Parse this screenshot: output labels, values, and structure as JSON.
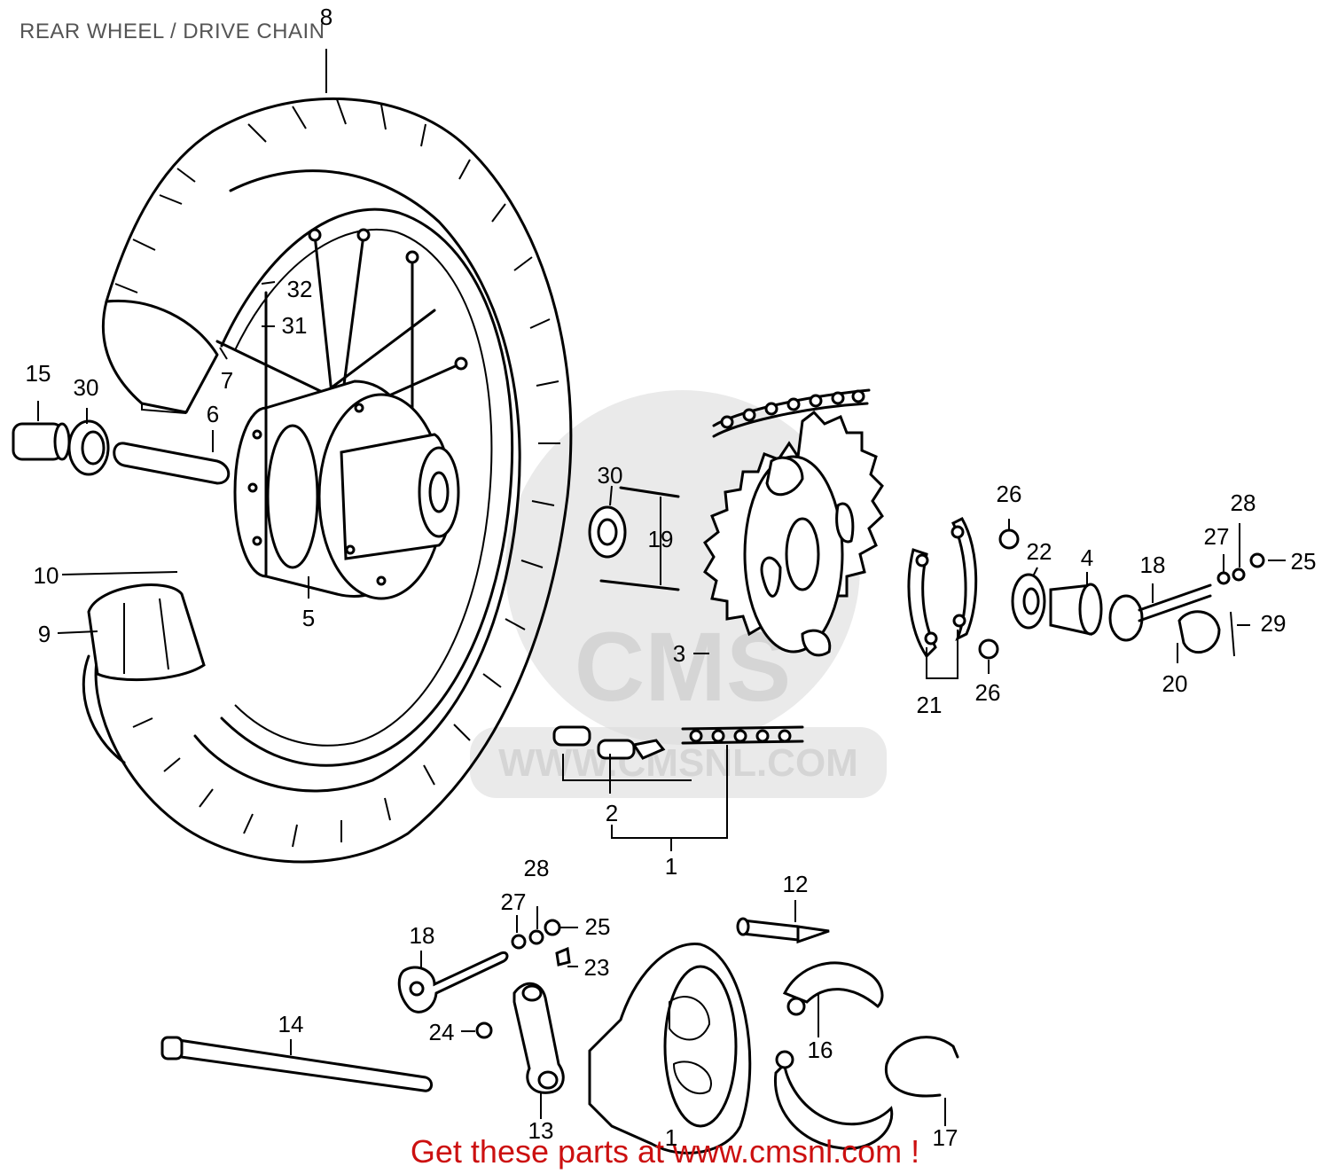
{
  "title": "REAR WHEEL / DRIVE CHAIN",
  "footer": "Get these parts at www.cmsnl.com !",
  "watermark": {
    "logo": "CMS",
    "url": "WWW.CMSNL.COM"
  },
  "callouts": {
    "c1": "1",
    "c1b": "1",
    "c2": "2",
    "c3": "3",
    "c4": "4",
    "c5": "5",
    "c6": "6",
    "c7": "7",
    "c8": "8",
    "c9": "9",
    "c10": "10",
    "c12": "12",
    "c13": "13",
    "c14": "14",
    "c15": "15",
    "c16": "16",
    "c17": "17",
    "c18a": "18",
    "c18b": "18",
    "c19": "19",
    "c20": "20",
    "c21": "21",
    "c22": "22",
    "c23": "23",
    "c24": "24",
    "c25a": "25",
    "c25b": "25",
    "c26a": "26",
    "c26b": "26",
    "c27a": "27",
    "c27b": "27",
    "c28a": "28",
    "c28b": "28",
    "c29": "29",
    "c30a": "30",
    "c30b": "30",
    "c31": "31",
    "c32": "32"
  },
  "colors": {
    "footer": "#cc1010",
    "title": "#555555",
    "watermark": "#cfcfcf"
  }
}
